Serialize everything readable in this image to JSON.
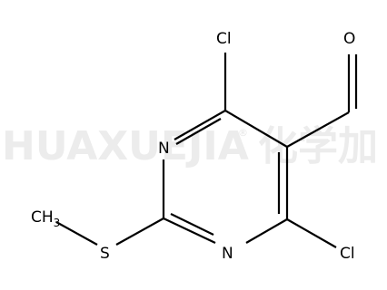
{
  "watermark": {
    "latin": "HUAXUEJIA",
    "registered": "®",
    "chinese": "化学加"
  },
  "atoms": {
    "cl_top": "Cl",
    "cl_bottom": "Cl",
    "oxygen": "O",
    "n_upper": "N",
    "n_lower": "N",
    "sulfur": "S",
    "methyl_c": "CH",
    "methyl_sub": "3"
  },
  "colors": {
    "bonds": "#000000",
    "atoms": "#000000",
    "watermark": "#ececec"
  }
}
